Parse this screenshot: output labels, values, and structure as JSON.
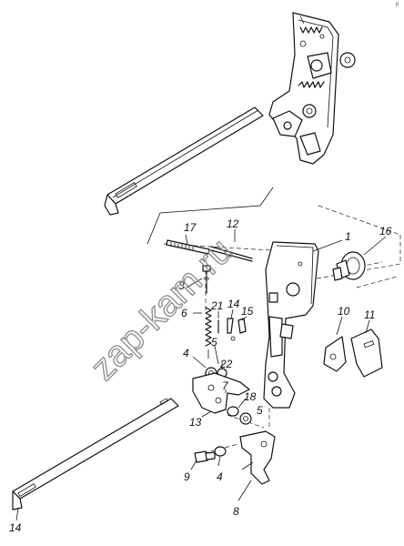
{
  "watermark": "zap-kam.ru",
  "corner_mark": "p",
  "callouts": [
    {
      "id": "c1",
      "text": "1"
    },
    {
      "id": "c16",
      "text": "16"
    },
    {
      "id": "c17",
      "text": "17"
    },
    {
      "id": "c12",
      "text": "12"
    },
    {
      "id": "c3",
      "text": "3"
    },
    {
      "id": "c21",
      "text": "21"
    },
    {
      "id": "c14a",
      "text": "14"
    },
    {
      "id": "c15",
      "text": "15"
    },
    {
      "id": "c6",
      "text": "6"
    },
    {
      "id": "c10",
      "text": "10"
    },
    {
      "id": "c11",
      "text": "11"
    },
    {
      "id": "c5a",
      "text": "5"
    },
    {
      "id": "c4a",
      "text": "4"
    },
    {
      "id": "c22",
      "text": "22"
    },
    {
      "id": "c7",
      "text": "7"
    },
    {
      "id": "c18",
      "text": "18"
    },
    {
      "id": "c5b",
      "text": "5"
    },
    {
      "id": "c13",
      "text": "13"
    },
    {
      "id": "c9",
      "text": "9"
    },
    {
      "id": "c4b",
      "text": "4"
    },
    {
      "id": "c8",
      "text": "8"
    },
    {
      "id": "c14b",
      "text": "14"
    }
  ]
}
